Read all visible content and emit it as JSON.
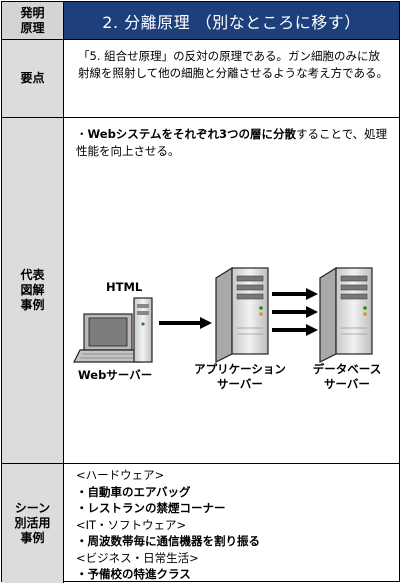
{
  "header": {
    "label": "発明\n原理",
    "title": "2. 分離原理 （別なところに移す）"
  },
  "point": {
    "label": "要点",
    "text": "「5. 組合せ原理」の反対の原理である。ガン細胞のみに放射線を照射して他の細胞と分離させるような考え方である。"
  },
  "example": {
    "label": "代表\n図解\n事例",
    "desc_prefix": "・",
    "desc_bold": "Webシステムをそれぞれ3つの層に分散",
    "desc_rest": "することで、処理性能を向上させる。",
    "html_label": "HTML",
    "web_label": "Webサーバー",
    "app_label_1": "アプリケーション",
    "app_label_2": "サーバー",
    "db_label_1": "データベース",
    "db_label_2": "サーバー"
  },
  "scene": {
    "label": "シーン\n別活用\n事例",
    "hardware_heading": "<ハードウェア>",
    "hardware_items": [
      "・自動車のエアバッグ",
      "・レストランの禁煙コーナー"
    ],
    "it_heading": "<IT・ソフトウェア>",
    "it_items": [
      "・周波数帯毎に通信機器を割り振る"
    ],
    "biz_heading": "<ビジネス・日常生活>",
    "biz_items": [
      "・予備校の特進クラス"
    ]
  }
}
